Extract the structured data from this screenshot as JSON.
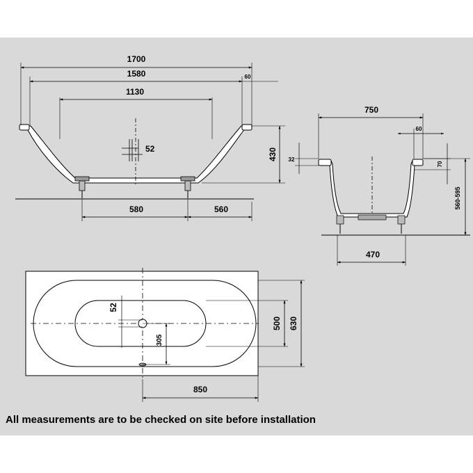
{
  "side_view": {
    "length_total": "1700",
    "length_inner": "1580",
    "rim_width": "60",
    "length_bottom": "1130",
    "drain_offset": "52",
    "depth": "430",
    "foot_left": "580",
    "foot_right": "560"
  },
  "end_view": {
    "width_total": "750",
    "rim_width": "60",
    "rim_drop": "32",
    "rim_height": "70",
    "height_range": "560-595",
    "foot_span": "470"
  },
  "top_view": {
    "drain_offset": "52",
    "overflow_offset": "305",
    "inner_width": "500",
    "outer_width": "630",
    "center_length": "850"
  },
  "footer": {
    "note": "All measurements are to be checked on site before installation"
  },
  "colors": {
    "background": "#d9d9d9",
    "tub_fill": "#ffffff",
    "line": "#000000"
  }
}
